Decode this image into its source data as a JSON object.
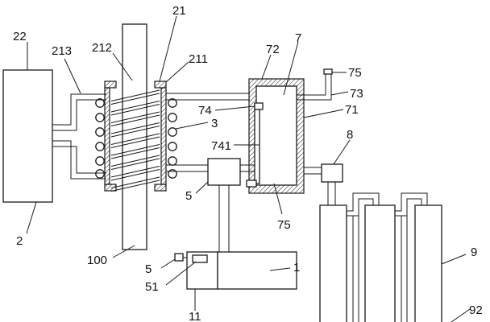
{
  "labels": {
    "l22": "22",
    "l213": "213",
    "l212": "212",
    "l21": "21",
    "l211": "211",
    "l72": "72",
    "l7": "7",
    "l75_top": "75",
    "l73": "73",
    "l74": "74",
    "l71": "71",
    "l3": "3",
    "l741": "741",
    "l8": "8",
    "l5_mid": "5",
    "l75_bottom": "75",
    "l2": "2",
    "l100": "100",
    "l9": "9",
    "l5_bottom": "5",
    "l1": "1",
    "l51": "51",
    "l11": "11",
    "l92": "92"
  }
}
